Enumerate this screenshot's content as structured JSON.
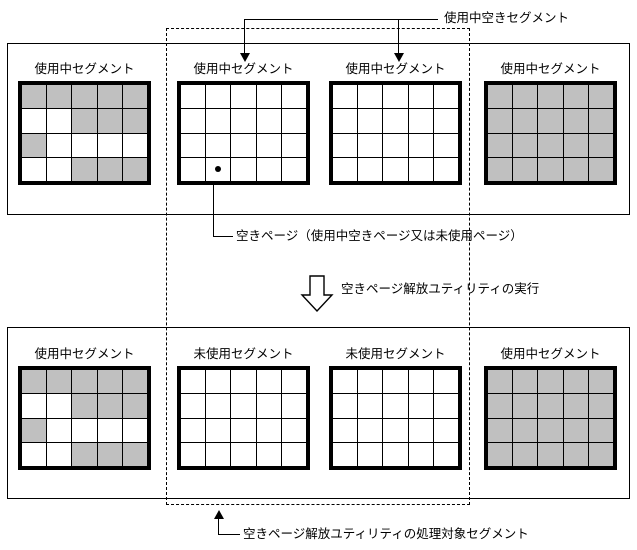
{
  "diagram": {
    "title_top_callout": "使用中空きセグメント",
    "free_page_callout": "空きページ（使用中空きページ又は未使用ページ）",
    "utility_run_label": "空きページ解放ユティリティの実行",
    "target_segment_callout": "空きページ解放ユティリティの処理対象セグメント",
    "colors": {
      "used_page_fill": "#c0c0c0",
      "free_page_fill": "#ffffff",
      "line": "#000000",
      "background": "#ffffff"
    }
  },
  "before": {
    "segments": [
      {
        "label": "使用中セグメント",
        "in_dashed_region": false,
        "rows": [
          [
            "used",
            "used",
            "used",
            "used",
            "used"
          ],
          [
            "free",
            "free",
            "used",
            "used",
            "used"
          ],
          [
            "used",
            "free",
            "free",
            "free",
            "free"
          ],
          [
            "free",
            "free",
            "used",
            "used",
            "used"
          ]
        ],
        "marker_cell": null
      },
      {
        "label": "使用中セグメント",
        "in_dashed_region": true,
        "rows": [
          [
            "free",
            "free",
            "free",
            "free",
            "free"
          ],
          [
            "free",
            "free",
            "free",
            "free",
            "free"
          ],
          [
            "free",
            "free",
            "free",
            "free",
            "free"
          ],
          [
            "free",
            "free",
            "free",
            "free",
            "free"
          ]
        ],
        "marker_cell": {
          "row": 3,
          "col": 1
        }
      },
      {
        "label": "使用中セグメント",
        "in_dashed_region": true,
        "rows": [
          [
            "free",
            "free",
            "free",
            "free",
            "free"
          ],
          [
            "free",
            "free",
            "free",
            "free",
            "free"
          ],
          [
            "free",
            "free",
            "free",
            "free",
            "free"
          ],
          [
            "free",
            "free",
            "free",
            "free",
            "free"
          ]
        ],
        "marker_cell": null
      },
      {
        "label": "使用中セグメント",
        "in_dashed_region": false,
        "rows": [
          [
            "used",
            "used",
            "used",
            "used",
            "used"
          ],
          [
            "used",
            "used",
            "used",
            "used",
            "used"
          ],
          [
            "used",
            "used",
            "used",
            "used",
            "used"
          ],
          [
            "used",
            "used",
            "used",
            "used",
            "used"
          ]
        ],
        "marker_cell": null
      }
    ]
  },
  "after": {
    "segments": [
      {
        "label": "使用中セグメント",
        "in_dashed_region": false,
        "rows": [
          [
            "used",
            "used",
            "used",
            "used",
            "used"
          ],
          [
            "free",
            "free",
            "used",
            "used",
            "used"
          ],
          [
            "used",
            "free",
            "free",
            "free",
            "free"
          ],
          [
            "free",
            "free",
            "used",
            "used",
            "used"
          ]
        ],
        "marker_cell": null
      },
      {
        "label": "未使用セグメント",
        "in_dashed_region": true,
        "rows": [
          [
            "free",
            "free",
            "free",
            "free",
            "free"
          ],
          [
            "free",
            "free",
            "free",
            "free",
            "free"
          ],
          [
            "free",
            "free",
            "free",
            "free",
            "free"
          ],
          [
            "free",
            "free",
            "free",
            "free",
            "free"
          ]
        ],
        "marker_cell": null
      },
      {
        "label": "未使用セグメント",
        "in_dashed_region": true,
        "rows": [
          [
            "free",
            "free",
            "free",
            "free",
            "free"
          ],
          [
            "free",
            "free",
            "free",
            "free",
            "free"
          ],
          [
            "free",
            "free",
            "free",
            "free",
            "free"
          ],
          [
            "free",
            "free",
            "free",
            "free",
            "free"
          ]
        ],
        "marker_cell": null
      },
      {
        "label": "使用中セグメント",
        "in_dashed_region": false,
        "rows": [
          [
            "used",
            "used",
            "used",
            "used",
            "used"
          ],
          [
            "used",
            "used",
            "used",
            "used",
            "used"
          ],
          [
            "used",
            "used",
            "used",
            "used",
            "used"
          ],
          [
            "used",
            "used",
            "used",
            "used",
            "used"
          ]
        ],
        "marker_cell": null
      }
    ]
  }
}
